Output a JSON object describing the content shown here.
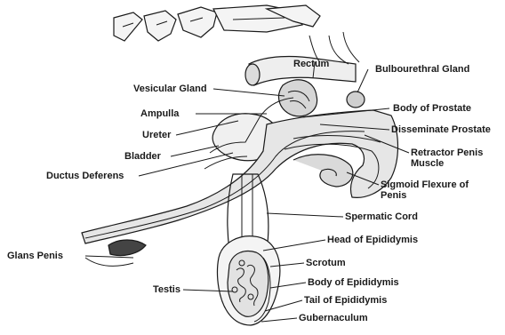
{
  "labels": {
    "rectum": "Rectum",
    "bulbourethral_gland": "Bulbourethral Gland",
    "vesicular_gland": "Vesicular Gland",
    "ampulla": "Ampulla",
    "body_of_prostate": "Body of Prostate",
    "ureter": "Ureter",
    "disseminate_prostate": "Disseminate Prostate",
    "bladder": "Bladder",
    "retractor_penis_muscle": "Retractor Penis Muscle",
    "ductus_deferens": "Ductus Deferens",
    "sigmoid_flexure_of_penis": "Sigmoid Flexure of Penis",
    "spermatic_cord": "Spermatic Cord",
    "head_of_epididymis": "Head of Epididymis",
    "glans_penis": "Glans Penis",
    "scrotum": "Scrotum",
    "body_of_epididymis": "Body of Epididymis",
    "testis": "Testis",
    "tail_of_epididymis": "Tail of Epididymis",
    "gubernaculum": "Gubernaculum"
  },
  "colors": {
    "ink": "#1a1a1a",
    "shading": "#c8c8c8",
    "background": "#ffffff"
  }
}
